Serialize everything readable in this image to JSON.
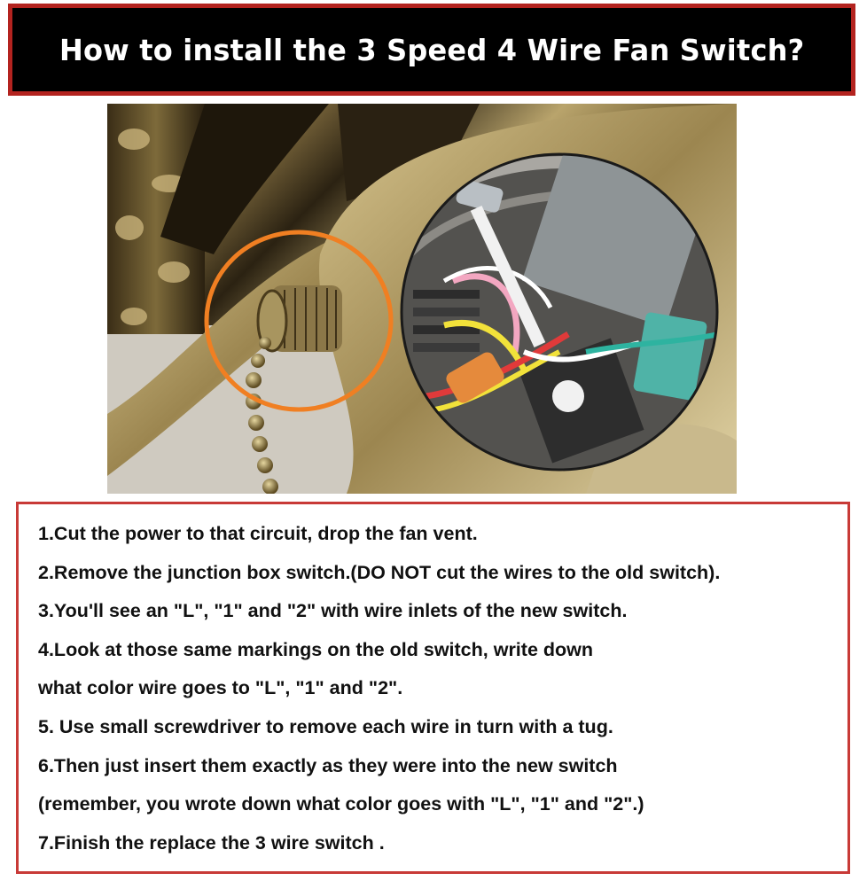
{
  "header": {
    "title": "How to install the 3 Speed 4 Wire Fan Switch?",
    "colors": {
      "background": "#000000",
      "border": "#b3231f",
      "text": "#ffffff"
    }
  },
  "photo": {
    "description": "Antique brass ceiling fan switch housing with pull chain",
    "highlight_circle_color": "#f07f22",
    "inset": "Close-up of fan switch housing wiring with wire nuts, capacitor and switch"
  },
  "instructions": {
    "border_color": "#c83a37",
    "lines": [
      "1.Cut the power to that circuit, drop the fan vent.",
      "2.Remove the junction box switch.(DO NOT cut the wires to the old switch).",
      "3.You'll see an \"L\", \"1\" and \"2\" with wire inlets of the new switch.",
      "4.Look at those same markings on the old switch, write down",
      "what color wire goes to \"L\", \"1\" and \"2\".",
      "5. Use small screwdriver to remove each wire in turn with a tug.",
      "6.Then just insert them exactly as they were into the new switch",
      "(remember, you wrote down what color goes with \"L\", \"1\" and \"2\".)",
      "7.Finish the replace the 3 wire switch ."
    ]
  }
}
